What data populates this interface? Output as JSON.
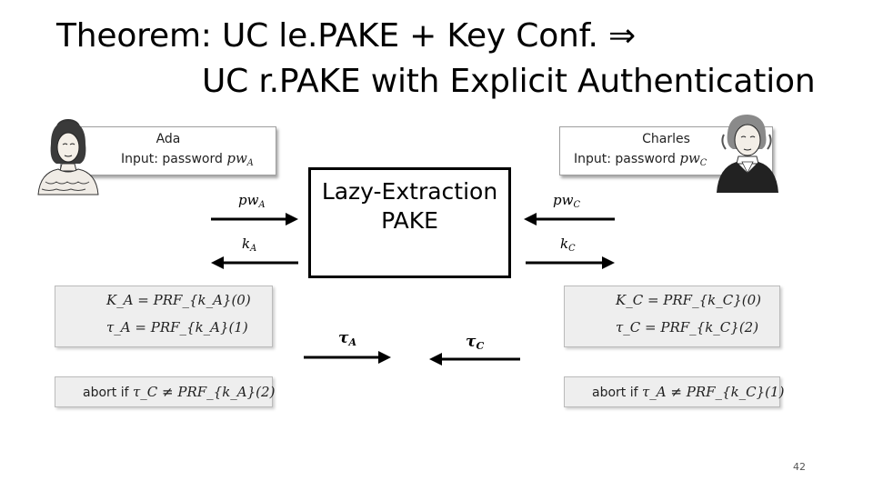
{
  "slide": {
    "title_line1": "Theorem:   UC le.PAKE + Key Conf.  ⇒",
    "title_line2": "UC r.PAKE with Explicit Authentication",
    "page_number": "42"
  },
  "ada": {
    "name": "Ada",
    "input_label": "Input: password ",
    "pw": "pw",
    "pw_sub": "A"
  },
  "charles": {
    "name": "Charles",
    "input_label": "Input: password ",
    "pw": "pw",
    "pw_sub": "C"
  },
  "pake": {
    "line1": "Lazy-Extraction",
    "line2": "PAKE"
  },
  "arrows": {
    "pw_a": "pw",
    "pw_a_sub": "A",
    "k_a": "k",
    "k_a_sub": "A",
    "pw_c": "pw",
    "pw_c_sub": "C",
    "k_c": "k",
    "k_c_sub": "C",
    "tau_a": "τ",
    "tau_a_sub": "A",
    "tau_c": "τ",
    "tau_c_sub": "C"
  },
  "ada_derive": {
    "row1": "K_A = PRF_{k_A}(0)",
    "row2": "τ_A = PRF_{k_A}(1)"
  },
  "charles_derive": {
    "row1": "K_C = PRF_{k_C}(0)",
    "row2": "τ_C = PRF_{k_C}(2)"
  },
  "ada_abort": {
    "prefix": "abort if ",
    "expr": "τ_C ≠ PRF_{k_A}(2)"
  },
  "charles_abort": {
    "prefix": "abort if ",
    "expr": "τ_A ≠ PRF_{k_C}(1)"
  }
}
